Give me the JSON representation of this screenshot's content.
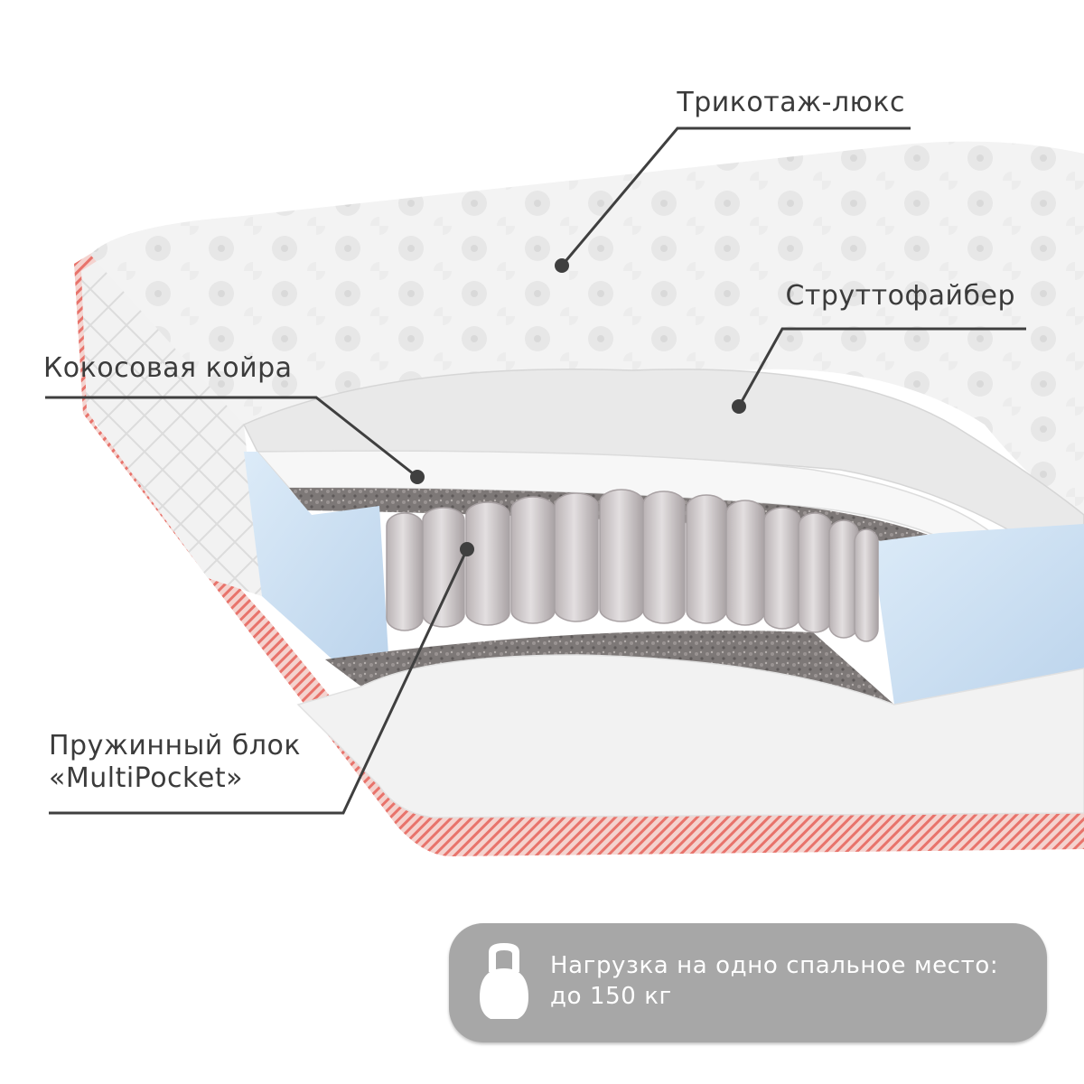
{
  "labels": {
    "cover": "Трикотаж-люкс",
    "strutto": "Струттофайбер",
    "coco": "Кокосовая койра",
    "springs_line1": "Пружинный блок",
    "springs_line2": "«MultiPocket»"
  },
  "load": {
    "line1": "Нагрузка на одно спальное место:",
    "line2": "до 150 кг",
    "icon": "kettlebell-icon"
  },
  "colors": {
    "text": "#3b3b3b",
    "badge": "#a7a7a7",
    "foam": "#c9dff3",
    "spring": "#d2cccd",
    "edge_stripe": "#e8736b"
  }
}
